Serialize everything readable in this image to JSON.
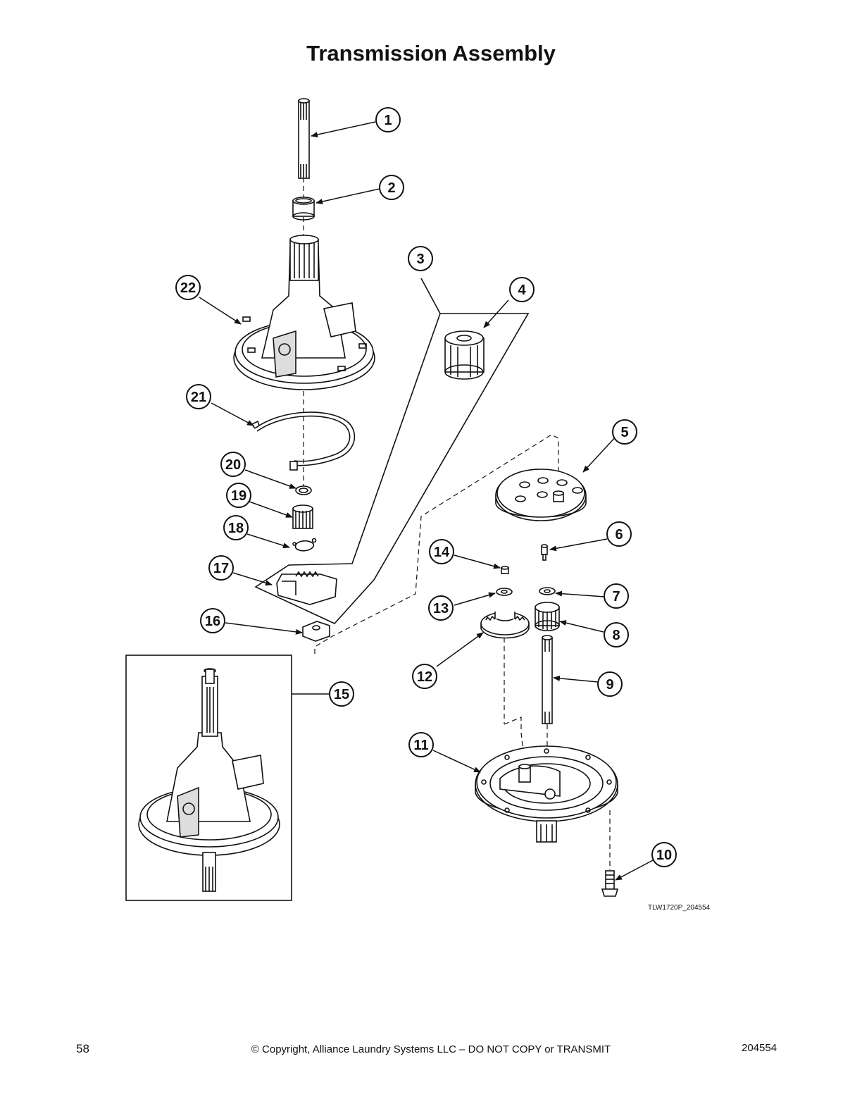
{
  "title": "Transmission Assembly",
  "callouts": [
    "1",
    "2",
    "3",
    "4",
    "5",
    "6",
    "7",
    "8",
    "9",
    "10",
    "11",
    "12",
    "13",
    "14",
    "15",
    "16",
    "17",
    "18",
    "19",
    "20",
    "21",
    "22"
  ],
  "drawing_code": "TLW1720P_204554",
  "footer": {
    "page_number": "58",
    "copyright": "© Copyright, Alliance Laundry Systems LLC – DO NOT COPY or TRANSMIT",
    "doc_number": "204554"
  }
}
